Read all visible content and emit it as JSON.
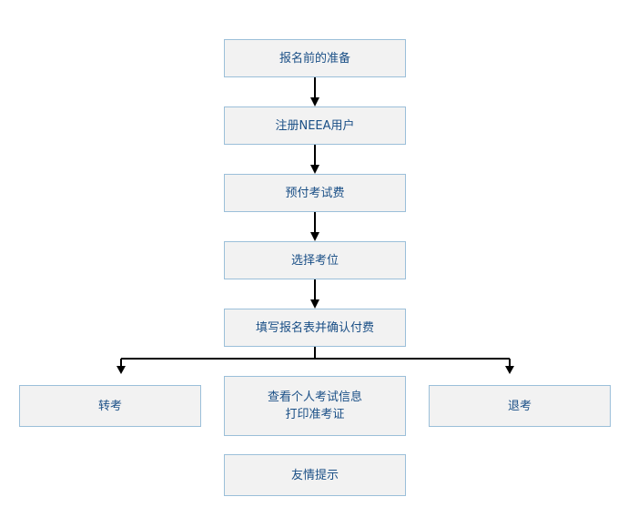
{
  "flow": {
    "steps": [
      "报名前的准备",
      "注册NEEA用户",
      "预付考试费",
      "选择考位",
      "填写报名表并确认付费"
    ],
    "branches": {
      "left": "转考",
      "center_line1": "查看个人考试信息",
      "center_line2": "打印准考证",
      "right": "退考"
    },
    "footer": "友情提示"
  },
  "colors": {
    "box_fill": "#f2f2f2",
    "box_border": "#9bbfd9",
    "text": "#1a4f86",
    "arrow": "#000000"
  }
}
